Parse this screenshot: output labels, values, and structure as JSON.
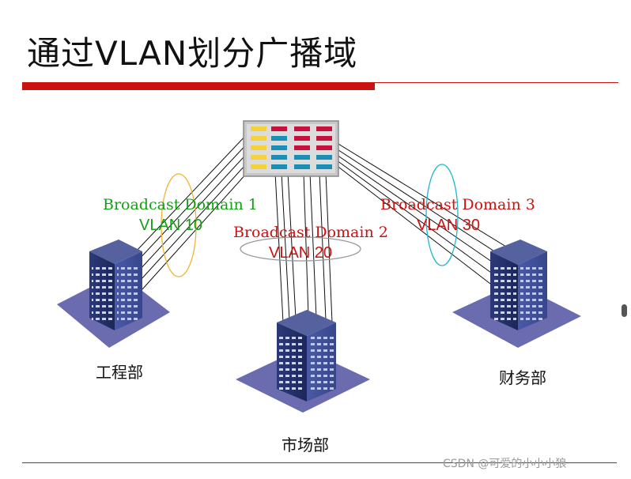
{
  "slide": {
    "title": "通过VLAN划分广播域",
    "domains": [
      {
        "name": "Broadcast Domain 1",
        "vlan": "VLAN 10",
        "color": "#14a014",
        "dept": "工程部"
      },
      {
        "name": "Broadcast Domain 2",
        "vlan": "VLAN 20",
        "color": "#cc1111",
        "dept": "市场部"
      },
      {
        "name": "Broadcast Domain 3",
        "vlan": "VLAN 30",
        "color": "#cc1111",
        "dept": "财务部"
      }
    ],
    "accent_color": "#cc1111"
  },
  "watermark": "CSDN @可爱的小小小狼"
}
